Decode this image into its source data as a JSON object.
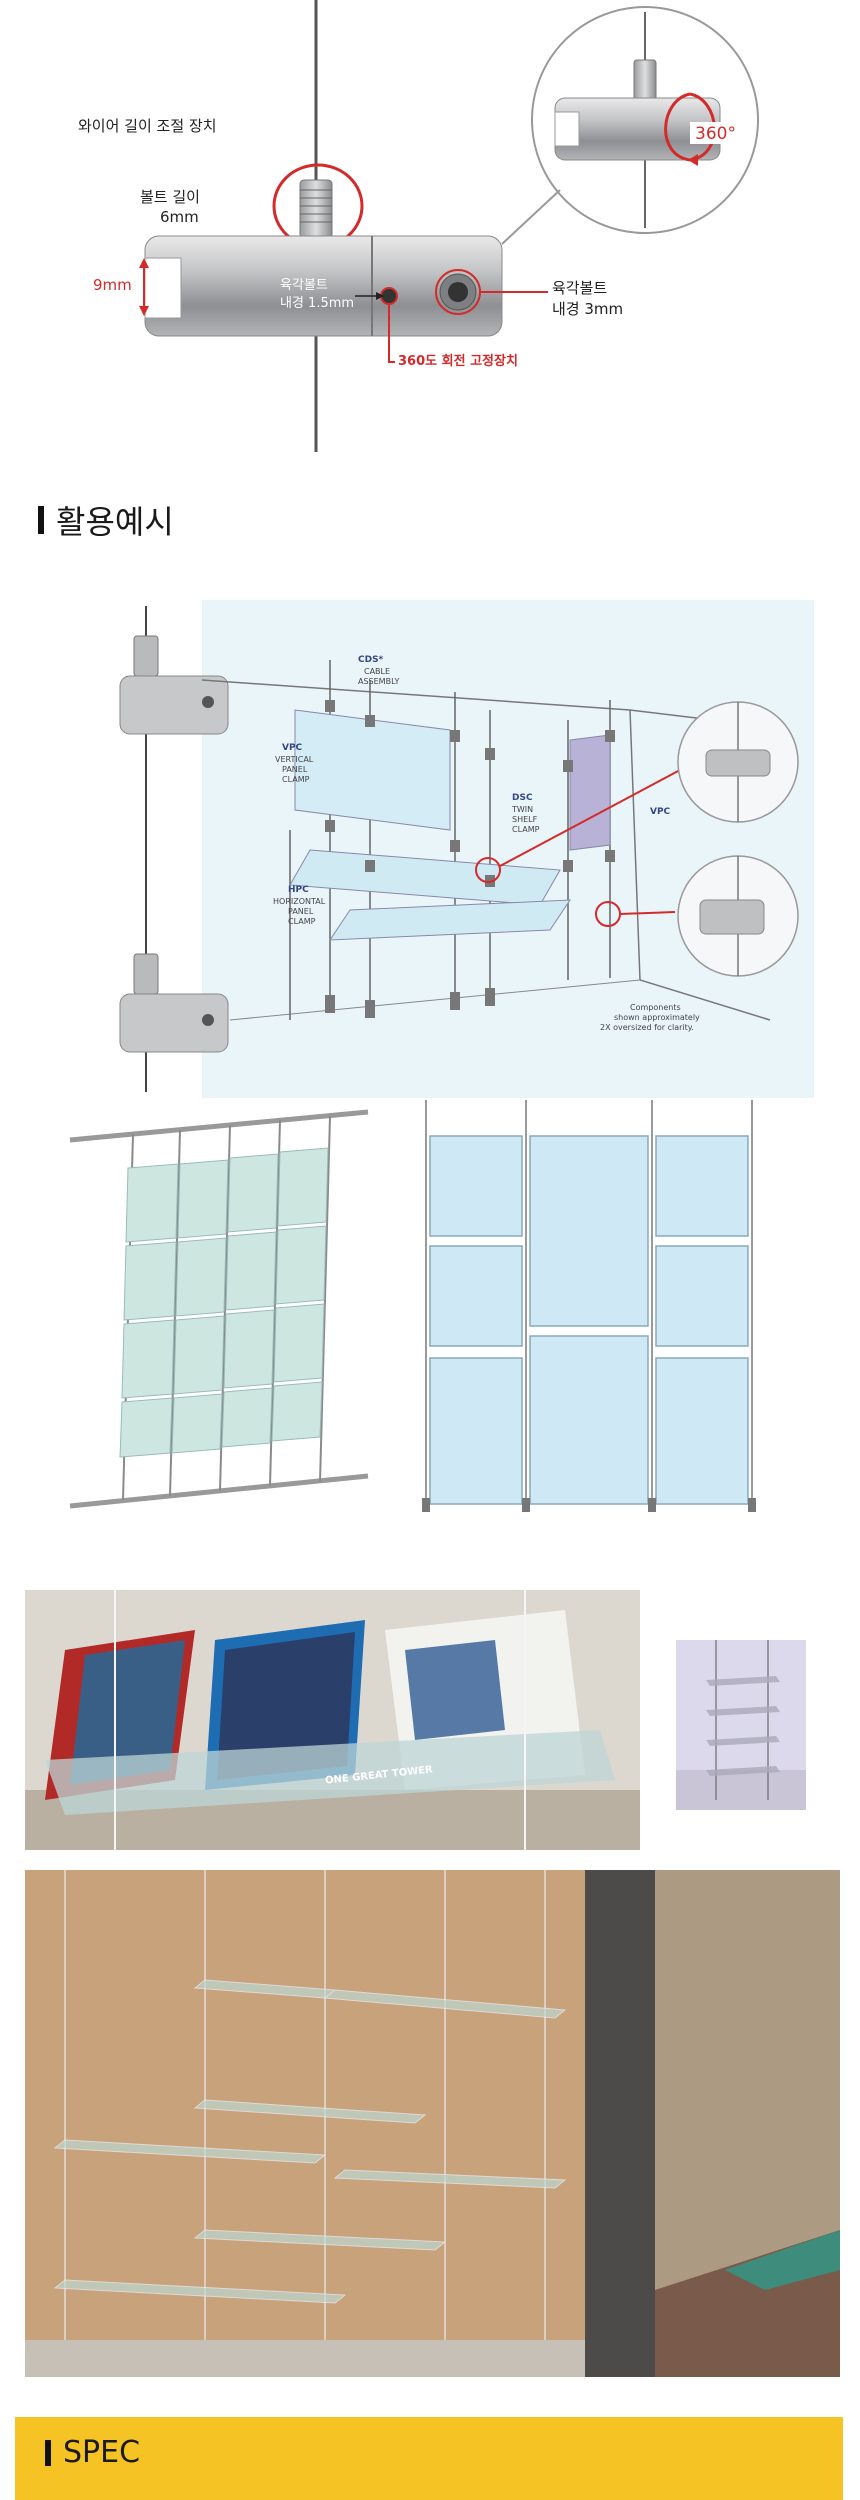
{
  "product_diagram": {
    "wire_adjust_label": "와이어 길이 조절 장치",
    "bolt_length_label": "볼트 길이",
    "bolt_length_value": "6mm",
    "height_label": "9mm",
    "hex_bolt_small_label": "육각볼트",
    "hex_bolt_small_value": "내경 1.5mm",
    "hex_bolt_large_label": "육각볼트",
    "hex_bolt_large_value": "내경 3mm",
    "rotation_label": "360도 회전 고정장치",
    "rotation_badge": "360°"
  },
  "usage_section": {
    "title": "활용예시"
  },
  "system_diagram": {
    "cds_label": "CDS*",
    "cds_sub": [
      "CABLE",
      "ASSEMBLY"
    ],
    "vpc_label": "VPC",
    "vpc_sub": [
      "VERTICAL",
      "PANEL",
      "CLAMP"
    ],
    "dsc_label": "DSC",
    "dsc_sub": [
      "TWIN",
      "SHELF",
      "CLAMP"
    ],
    "vpc_right_label": "VPC",
    "hpc_label": "HPC",
    "hpc_sub": [
      "HORIZONTAL",
      "PANEL",
      "CLAMP"
    ],
    "note": [
      "Components",
      "shown approximately",
      "2X oversized for clarity."
    ]
  },
  "shelf_photo": {
    "book_title": "ONE GREAT TOWER"
  },
  "spec_section": {
    "title": "SPEC"
  },
  "colors": {
    "accent_yellow": "#f6c324",
    "annotation_red": "#d42a2a",
    "diagram_bg": "#e6f4fa"
  }
}
